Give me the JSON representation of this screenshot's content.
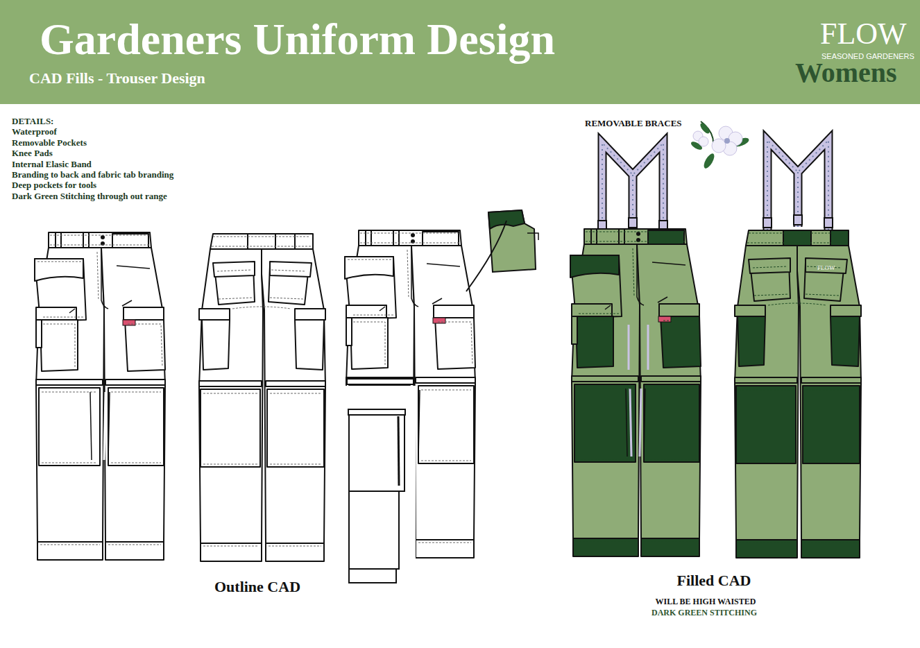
{
  "diagram": {
    "title": "Gardeners Uniform Design",
    "nodes": [
      {
        "text": [
          "CAD Fills -  Trouser Design",
          "FLOW",
          "SEASONED GARDENERS",
          "Womens"
        ]
      }
    ],
    "labels": [
      "DETAILS:",
      "Waterproof",
      "Removable Pockets",
      "Knee Pads",
      "Internal Elasic Band",
      "Branding to back and fabric tab branding",
      "Deep pockets for tools",
      "Dark Green Stitching through out range",
      "REMOVABLE BRACES",
      "Outline CAD",
      "Filled CAD",
      "WILL BE HIGH WAISTED",
      "DARK GREEN STITCHING",
      "FLOW"
    ]
  }
}
